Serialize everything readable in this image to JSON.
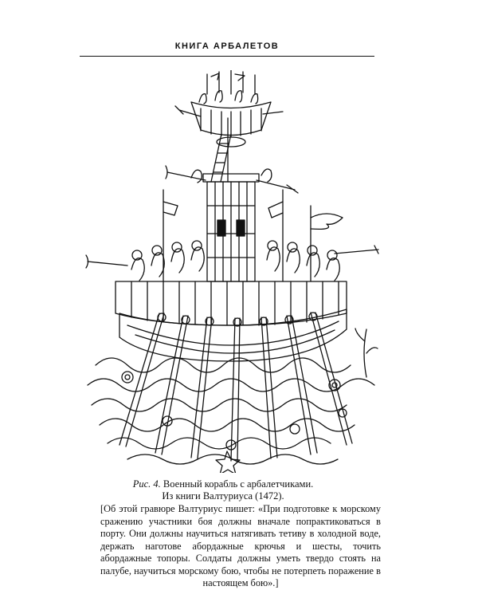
{
  "header": {
    "running_title": "КНИГА АРБАЛЕТОВ"
  },
  "figure": {
    "caption_label": "Рис. 4.",
    "caption_title": " Военный корабль с арбалетчиками.",
    "caption_source": "Из книги Валтуриуса (1472)."
  },
  "text": {
    "note": "[Об этой гравюре Валтуриус пишет: «При подготовке к морскому сражению участники боя должны вначале попрактиковаться в порту. Они должны научиться натягивать тетиву в холодной воде, держать наготове абордажные крючья и шесты, точить абордажные топоры. Солдаты должны уметь твердо стоять на палубе, научиться морскому бою, чтобы не потерпеть поражение в настоящем бою».]"
  }
}
